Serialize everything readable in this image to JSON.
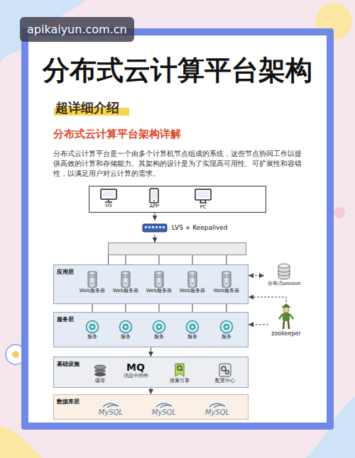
{
  "diagram": {
    "title": "分布式云计算平台架构",
    "nodes": [
      {
        "text": []
      },
      {
        "text": [
          "H5"
        ],
        "in": 0
      },
      {
        "text": [
          "APP"
        ],
        "in": 0
      },
      {
        "text": [
          "PC"
        ],
        "in": 0
      },
      {
        "text": [
          "LVS + Keepalived"
        ]
      },
      {
        "text": []
      },
      {
        "text": [
          "应用层"
        ]
      },
      {
        "text": [
          "Web服务器"
        ],
        "in": 6
      },
      {
        "text": [
          "Web服务器"
        ],
        "in": 6
      },
      {
        "text": [
          "Web服务器"
        ],
        "in": 6
      },
      {
        "text": [
          "Web服务器"
        ],
        "in": 6
      },
      {
        "text": [
          "Web服务器"
        ],
        "in": 6
      },
      {
        "text": [
          "分布式session"
        ]
      },
      {
        "text": [
          "服务层"
        ]
      },
      {
        "text": [
          "服务"
        ],
        "in": 13
      },
      {
        "text": [
          "服务"
        ],
        "in": 13
      },
      {
        "text": [
          "服务"
        ],
        "in": 13
      },
      {
        "text": [
          "服务"
        ],
        "in": 13
      },
      {
        "text": [
          "服务"
        ],
        "in": 13
      },
      {
        "text": [
          "zookeeper"
        ]
      },
      {
        "text": [
          "基础设施"
        ]
      },
      {
        "text": [
          "缓存"
        ],
        "in": 20
      },
      {
        "text": [
          "MQ",
          "消息中间件"
        ],
        "in": 20
      },
      {
        "text": [
          "搜索引擎"
        ],
        "in": 20
      },
      {
        "text": [
          "配置中心"
        ],
        "in": 20
      },
      {
        "text": [
          "数据库层"
        ]
      },
      {
        "text": [
          "MySQL"
        ],
        "in": 25
      },
      {
        "text": [
          "MySQL"
        ],
        "in": 25
      },
      {
        "text": [
          "MySQL"
        ],
        "in": 25
      }
    ],
    "edges": [
      {
        "from": 0,
        "to": 4,
        "arrow": "to"
      },
      {
        "from": 4,
        "to": 5,
        "arrow": "to"
      },
      {
        "from": 5,
        "to": 7,
        "arrow": "to"
      },
      {
        "from": 5,
        "to": 8,
        "arrow": "to"
      },
      {
        "from": 5,
        "to": 9,
        "arrow": "to"
      },
      {
        "from": 5,
        "to": 10,
        "arrow": "to"
      },
      {
        "from": 5,
        "to": 11,
        "arrow": "to"
      },
      {
        "from": 7,
        "to": 14,
        "arrow": "to"
      },
      {
        "from": 8,
        "to": 15,
        "arrow": "to"
      },
      {
        "from": 9,
        "to": 16,
        "arrow": "to"
      },
      {
        "from": 10,
        "to": 17,
        "arrow": "to"
      },
      {
        "from": 11,
        "to": 18,
        "arrow": "to"
      },
      {
        "from": 12,
        "to": 6,
        "arrow": "both"
      },
      {
        "from": 19,
        "to": 13,
        "arrow": "to"
      },
      {
        "from": 19,
        "to": 6,
        "arrow": "to"
      },
      {
        "from": 13,
        "to": 20,
        "arrow": "to"
      },
      {
        "from": 20,
        "to": 25,
        "arrow": "to"
      }
    ],
    "labels": [
      "apikaiyun.com.cn",
      "超详细介绍",
      "分布式云计算平台架构详解",
      "分布式云计算平台是一个由多个计算机节点组成的系统，这些节点协同工作以提供高效的计算和存储能力。其架构的设计是为了实现高可用性、可扩展性和容错性，以满足用户对云计算的需求。"
    ]
  }
}
